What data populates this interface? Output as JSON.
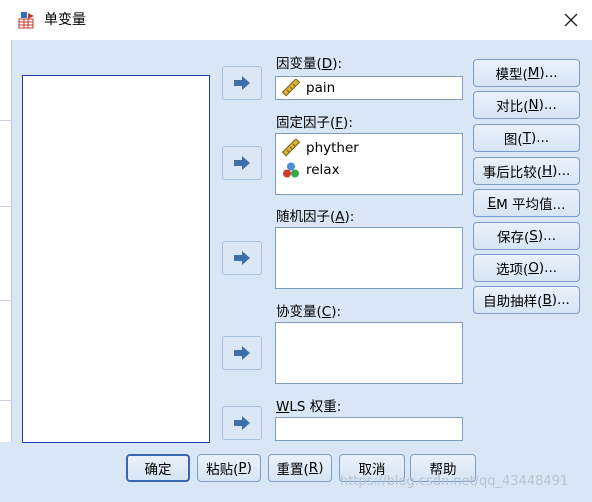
{
  "window": {
    "title": "单变量"
  },
  "labels": {
    "dependent": {
      "pre": "因变量(",
      "key": "D",
      "post": "):"
    },
    "fixed": {
      "pre": "固定因子(",
      "key": "F",
      "post": "):"
    },
    "random": {
      "pre": "随机因子(",
      "key": "A",
      "post": "):"
    },
    "covariate": {
      "pre": "协变量(",
      "key": "C",
      "post": "):"
    },
    "wls": {
      "key": "W",
      "rest": "LS 权重:"
    }
  },
  "fields": {
    "dependent": [
      "pain"
    ],
    "fixed": [
      "phyther",
      "relax"
    ]
  },
  "side_buttons": [
    {
      "pre": "模型(",
      "key": "M",
      "post": ")..."
    },
    {
      "pre": "对比(",
      "key": "N",
      "post": ")..."
    },
    {
      "pre": "图(",
      "key": "T",
      "post": ")..."
    },
    {
      "pre": "事后比较(",
      "key": "H",
      "post": ")..."
    },
    {
      "pre": "",
      "key": "E",
      "post": "M 平均值..."
    },
    {
      "pre": "保存(",
      "key": "S",
      "post": ")..."
    },
    {
      "pre": "选项(",
      "key": "O",
      "post": ")..."
    },
    {
      "pre": "自助抽样(",
      "key": "B",
      "post": ")..."
    }
  ],
  "bottom_buttons": [
    {
      "pre": "确定",
      "key": "",
      "post": ""
    },
    {
      "pre": "粘贴(",
      "key": "P",
      "post": ")"
    },
    {
      "pre": "重置(",
      "key": "R",
      "post": ")"
    },
    {
      "pre": "取消",
      "key": "",
      "post": ""
    },
    {
      "pre": "帮助",
      "key": "",
      "post": ""
    }
  ],
  "watermark": "https://blog.csdn.net/qq_43448491",
  "colors": {
    "accent": "#1c3fb0",
    "background": "#d9e6f5",
    "arrow": "#3d6fa8"
  },
  "icons": {
    "scale": "ruler-icon",
    "nominal": "nominal-icon",
    "arrow": "right-arrow-icon"
  }
}
